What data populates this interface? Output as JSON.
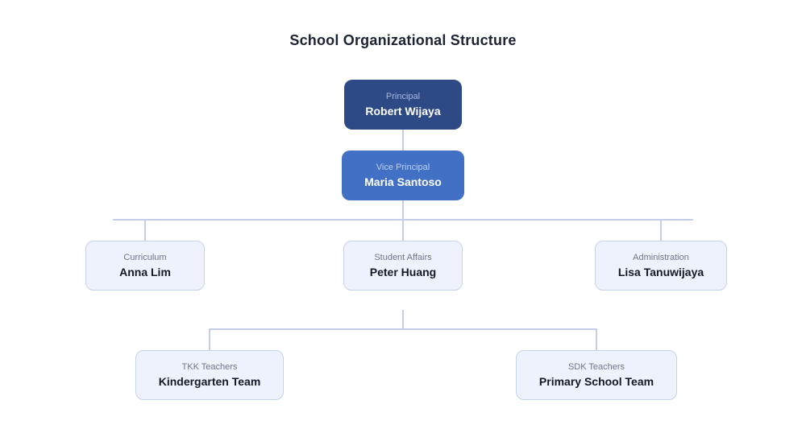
{
  "title": "School Organizational Structure",
  "nodes": {
    "principal": {
      "role": "Principal",
      "name": "Robert Wijaya"
    },
    "vice_principal": {
      "role": "Vice Principal",
      "name": "Maria Santoso"
    },
    "curriculum": {
      "role": "Curriculum",
      "name": "Anna Lim"
    },
    "student_affairs": {
      "role": "Student Affairs",
      "name": "Peter Huang"
    },
    "administration": {
      "role": "Administration",
      "name": "Lisa Tanuwijaya"
    },
    "tkk_teachers": {
      "role": "TKK Teachers",
      "name": "Kindergarten Team"
    },
    "sdk_teachers": {
      "role": "SDK Teachers",
      "name": "Primary School Team"
    }
  },
  "colors": {
    "level1_node_bg": "#2d4a87",
    "level2_node_bg": "#4170c4",
    "light_node_bg": "#eef2fc",
    "light_node_border": "#c6d3ee",
    "connector_line": "#c3cfe9",
    "title_text": "#1c2333",
    "level1_role_text": "#a9b7d9",
    "level2_role_text": "#c3d2f0",
    "light_role_text": "#6e7687",
    "name_on_blue": "#ffffff",
    "name_on_light": "#131927"
  }
}
